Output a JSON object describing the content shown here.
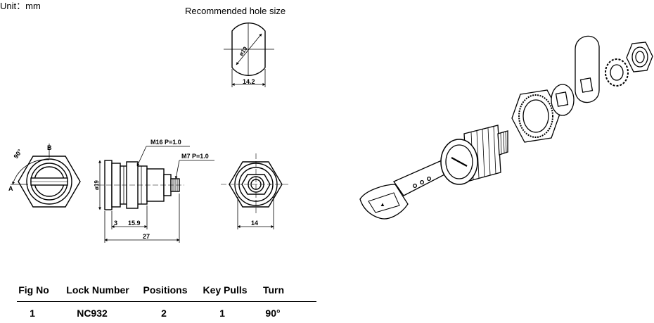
{
  "unit_label": "Unit：mm",
  "recommended": {
    "title": "Recommended  hole  size",
    "diameter": "ø19",
    "width": "14.2"
  },
  "front_view": {
    "angle": "90°",
    "label_a": "A",
    "label_b": "B"
  },
  "side_view": {
    "thread_major": "M16  P=1.0",
    "thread_minor": "M7  P=1.0",
    "diameter": "ø19",
    "flange": "3",
    "body_length": "15.9",
    "total_length": "27"
  },
  "back_view": {
    "width": "14"
  },
  "spec_table": {
    "headers": [
      "Fig  No",
      "Lock  Number",
      "Positions",
      "Key  Pulls",
      "Turn"
    ],
    "rows": [
      [
        "1",
        "NC932",
        "2",
        "1",
        "90°"
      ]
    ]
  }
}
